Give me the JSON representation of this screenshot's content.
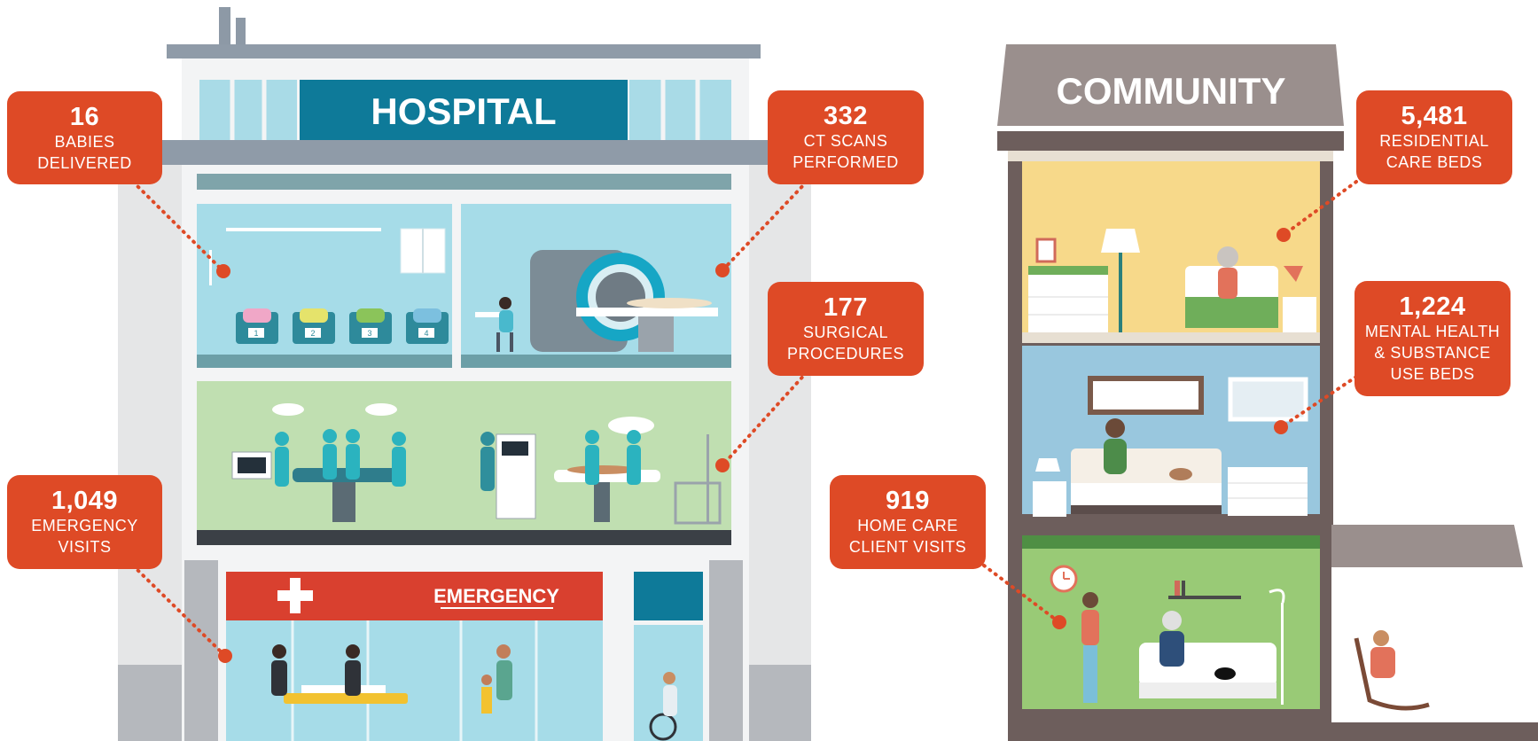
{
  "buildings": {
    "hospital": {
      "sign": "HOSPITAL",
      "emergency_sign": "EMERGENCY"
    },
    "community": {
      "sign": "COMMUNITY"
    }
  },
  "stats": {
    "babies": {
      "value": "16",
      "line1": "BABIES",
      "line2": "DELIVERED"
    },
    "ct": {
      "value": "332",
      "line1": "CT SCANS",
      "line2": "PERFORMED"
    },
    "surgical": {
      "value": "177",
      "line1": "SURGICAL",
      "line2": "PROCEDURES"
    },
    "emergency": {
      "value": "1,049",
      "line1": "EMERGENCY",
      "line2": "VISITS"
    },
    "residential": {
      "value": "5,481",
      "line1": "RESIDENTIAL",
      "line2": "CARE BEDS"
    },
    "mental": {
      "value": "1,224",
      "line1": "MENTAL HEALTH",
      "line2": "& SUBSTANCE",
      "line3": "USE BEDS"
    },
    "homecare": {
      "value": "919",
      "line1": "HOME CARE",
      "line2": "CLIENT VISITS"
    }
  },
  "crib_numbers": [
    "1",
    "2",
    "3",
    "4"
  ],
  "colors": {
    "callout": "#de4a26",
    "hospital_sign": "#0e7a99",
    "emergency_band": "#d9402f",
    "community_roof": "#9a8f8d",
    "ward_wall": "#a6dce8",
    "surgery_wall": "#c0dfb1",
    "bedroom_wall": "#f7d98a",
    "living_wall": "#99ca76"
  },
  "icons": [
    "plus-cross-icon",
    "clock-icon",
    "floor-lamp-icon",
    "cat-icon",
    "wheelchair-icon",
    "rocking-chair-icon"
  ]
}
